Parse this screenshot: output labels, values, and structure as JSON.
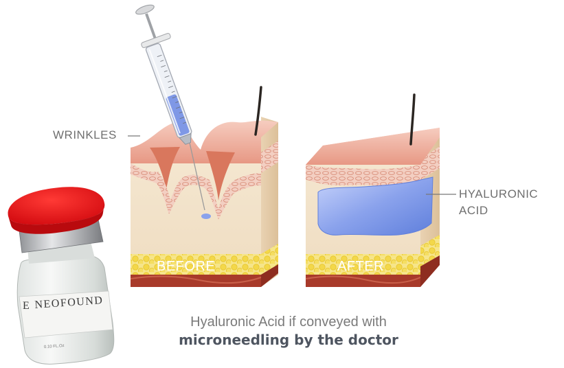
{
  "labels": {
    "wrinkles": "WRINKLES",
    "hyaluronic_line1": "HYALURONIC",
    "hyaluronic_line2": "ACID",
    "before": "BEFORE",
    "after": "AFTER"
  },
  "caption": {
    "line1": "Hyaluronic Acid if conveyed with",
    "line2": "microneedling by the doctor"
  },
  "vial": {
    "brand": "NEOFOUND",
    "brand_prefix": "E",
    "small_text": "0.10 FL.Oz"
  },
  "colors": {
    "skin_top": "#f0b9a8",
    "skin_layer": "#f3d9cf",
    "dermis": "#f7ead7",
    "fat": "#f2d64a",
    "muscle": "#a83a2a",
    "hyaluronic": "#7f98e6",
    "cap": "#e0151b"
  }
}
